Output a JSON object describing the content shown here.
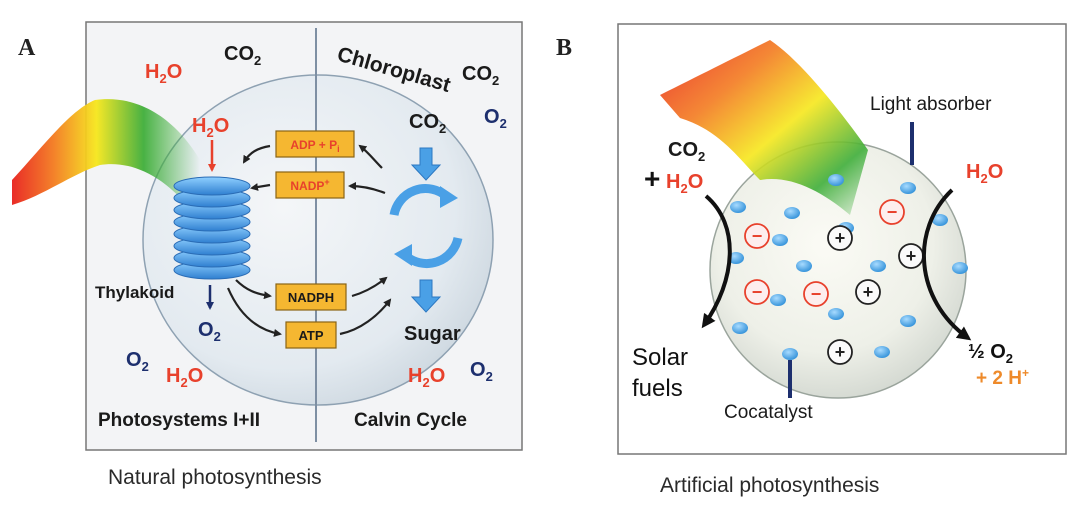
{
  "panel_a": {
    "letter": "A",
    "caption": "Natural photosynthesis",
    "chloroplast": "Chloroplast",
    "thylakoid": "Thylakoid",
    "left_title": "Photosystems I+II",
    "right_title": "Calvin Cycle",
    "sugar": "Sugar",
    "boxes": {
      "adp_main": "ADP + P",
      "adp_sub": "i",
      "nadp_main": "NADP",
      "nadp_sup": "+",
      "nadph": "NADPH",
      "atp": "ATP"
    },
    "chem": {
      "h2o_main": "H",
      "h2o_sub": "2",
      "h2o_end": "O",
      "co2_main": "CO",
      "co2_sub": "2",
      "o2_main": "O",
      "o2_sub": "2"
    }
  },
  "panel_b": {
    "letter": "B",
    "caption": "Artificial photosynthesis",
    "light_absorber": "Light absorber",
    "cocatalyst": "Cocatalyst",
    "solar_line1": "Solar",
    "solar_line2": "fuels",
    "plus": "+",
    "half": "½ O",
    "half_sub": "2",
    "protons": "+ 2 H",
    "protons_sup": "+",
    "plus_sign": "+",
    "minus_sign": "−",
    "chem": {
      "h2o_main": "H",
      "h2o_sub": "2",
      "h2o_end": "O",
      "co2_main": "CO",
      "co2_sub": "2"
    }
  },
  "colors": {
    "red": "#e8412c",
    "navy": "#1d2f6e",
    "orange": "#ee8a2a",
    "box_fill": "#f5b731",
    "dot_blue": "#3d9ee0"
  }
}
